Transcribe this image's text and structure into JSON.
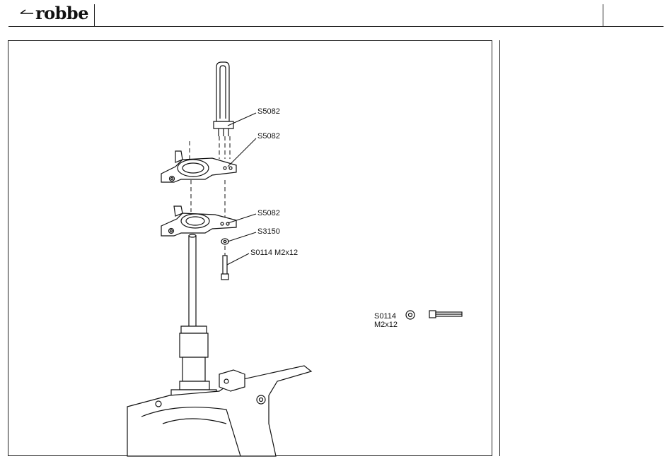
{
  "header": {
    "brand": "robbe",
    "logo_icon": "robbe-logo-arrow-icon"
  },
  "diagram": {
    "callouts": [
      {
        "id": "c1",
        "text": "S5082"
      },
      {
        "id": "c2",
        "text": "S5082"
      },
      {
        "id": "c3",
        "text": "S5082"
      },
      {
        "id": "c4",
        "text": "S3150"
      },
      {
        "id": "c5",
        "text": "S0114 M2x12"
      }
    ],
    "legend": {
      "line1": "S0114",
      "line2": "M2x12"
    }
  }
}
